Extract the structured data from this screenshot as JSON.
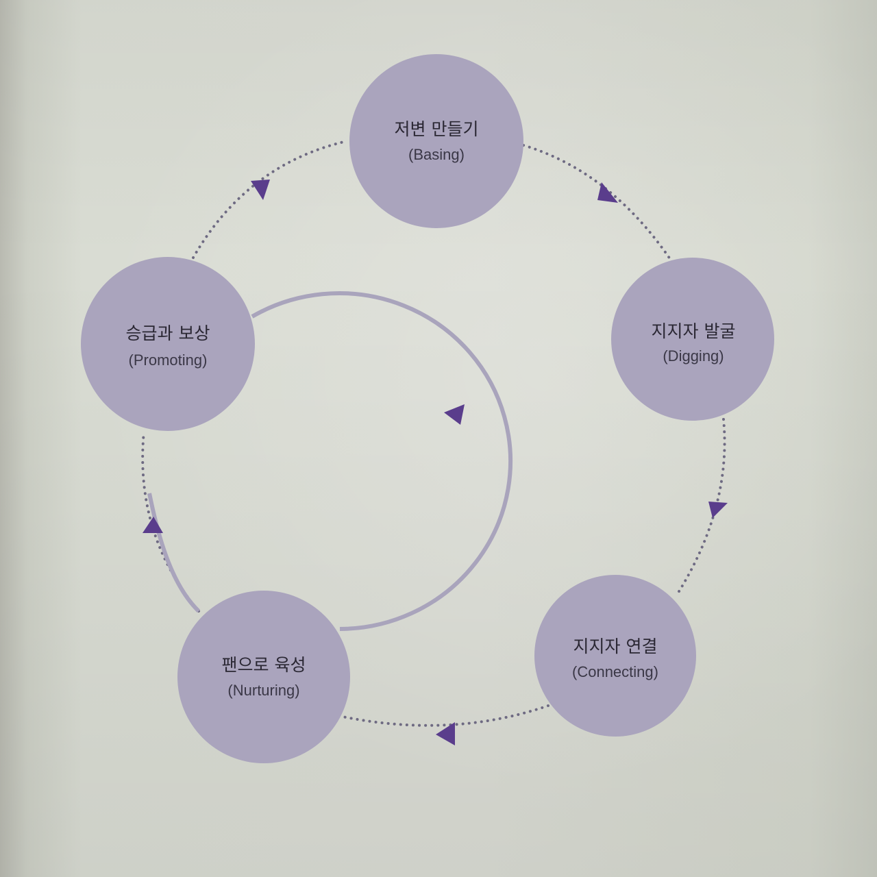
{
  "nodes": [
    {
      "id": "basing",
      "label": "저변 만들기",
      "sub": "(Basing)"
    },
    {
      "id": "digging",
      "label": "지지자 발굴",
      "sub": "(Digging)"
    },
    {
      "id": "connecting",
      "label": "지지자 연결",
      "sub": "(Connecting)"
    },
    {
      "id": "nurturing",
      "label": "팬으로 육성",
      "sub": "(Nurturing)"
    },
    {
      "id": "promoting",
      "label": "승급과 보상",
      "sub": "(Promoting)"
    }
  ],
  "colors": {
    "node_fill": "#aaa4bd",
    "arrow": "#5a3d8c",
    "dots": "#6e6a82"
  }
}
